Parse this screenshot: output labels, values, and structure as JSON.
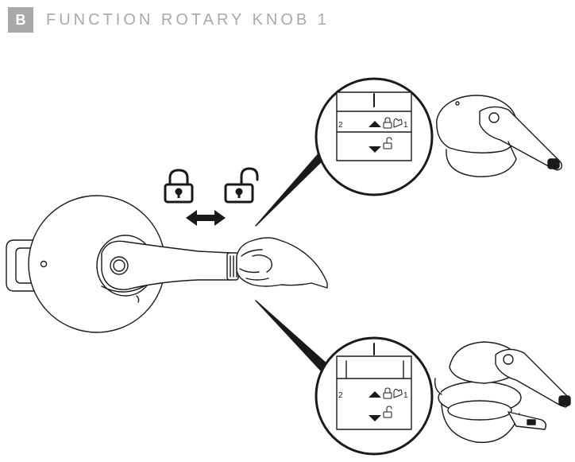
{
  "section": {
    "badge": "B",
    "title": "FUNCTION ROTARY KNOB 1"
  },
  "icons": {
    "closed_lock": "closed-lock-icon",
    "open_lock": "open-lock-icon",
    "double_arrow": "double-arrow-icon"
  },
  "detail_top": {
    "left_number": "2",
    "right_number": "1"
  },
  "detail_bottom": {
    "left_number": "2",
    "right_number": "1"
  },
  "colors": {
    "badge_bg": "#a9a9a9",
    "title_text": "#a9a9a9",
    "line_art": "#1a1a1a"
  }
}
